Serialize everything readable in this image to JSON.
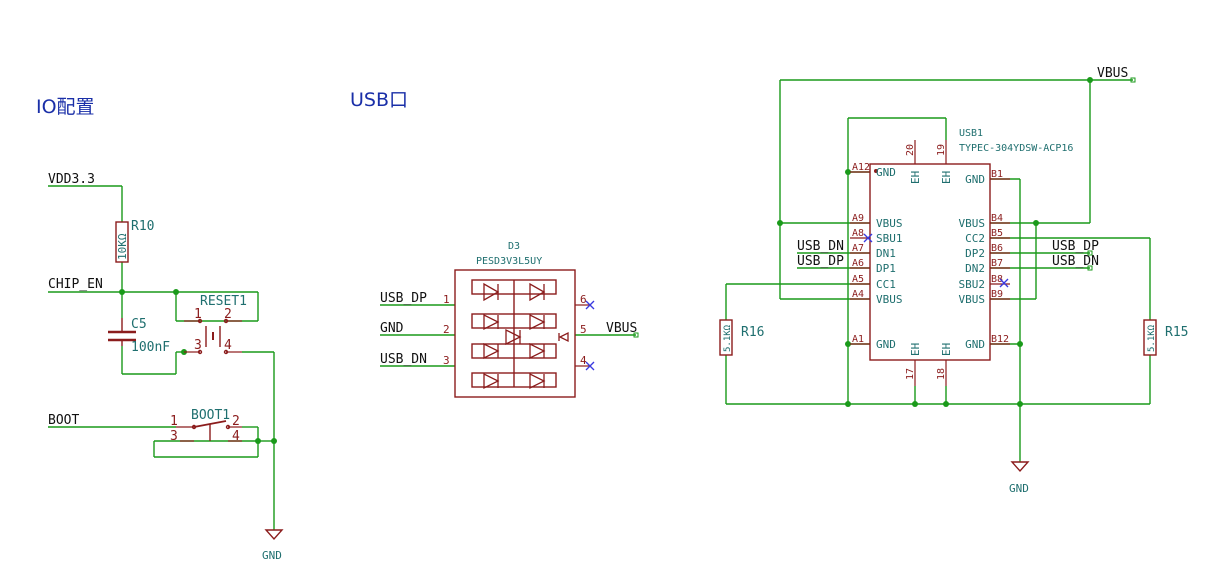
{
  "sections": {
    "io": "IO配置",
    "usb": "USB口"
  },
  "nets": {
    "vdd33": "VDD3.3",
    "chip_en": "CHIP_EN",
    "boot": "BOOT",
    "usb_dp": "USB_DP",
    "usb_dn": "USB_DN",
    "gnd": "GND",
    "vbus": "VBUS"
  },
  "components": {
    "r10": {
      "ref": "R10",
      "value": "10KΩ"
    },
    "c5": {
      "ref": "C5",
      "value": "100nF"
    },
    "reset": {
      "ref": "RESET1",
      "pins": [
        "1",
        "2",
        "3",
        "4"
      ]
    },
    "boot": {
      "ref": "BOOT1",
      "pins": [
        "1",
        "2",
        "3",
        "4"
      ]
    },
    "d3": {
      "ref": "D3",
      "value": "PESD3V3L5UY",
      "pins": [
        "1",
        "2",
        "3",
        "4",
        "5",
        "6"
      ]
    },
    "usb1": {
      "ref": "USB1",
      "value": "TYPEC-304YDSW-ACP16",
      "left_pins": [
        {
          "num": "A12",
          "name": "GND"
        },
        {
          "num": "A9",
          "name": "VBUS"
        },
        {
          "num": "A8",
          "name": "SBU1"
        },
        {
          "num": "A7",
          "name": "DN1"
        },
        {
          "num": "A6",
          "name": "DP1"
        },
        {
          "num": "A5",
          "name": "CC1"
        },
        {
          "num": "A4",
          "name": "VBUS"
        },
        {
          "num": "A1",
          "name": "GND"
        }
      ],
      "right_pins": [
        {
          "num": "B1",
          "name": "GND"
        },
        {
          "num": "B4",
          "name": "VBUS"
        },
        {
          "num": "B5",
          "name": "CC2"
        },
        {
          "num": "B6",
          "name": "DP2"
        },
        {
          "num": "B7",
          "name": "DN2"
        },
        {
          "num": "B8",
          "name": "SBU2"
        },
        {
          "num": "B9",
          "name": "VBUS"
        },
        {
          "num": "B12",
          "name": "GND"
        }
      ],
      "top_pins": [
        {
          "num": "20",
          "name": "EH"
        },
        {
          "num": "19",
          "name": "EH"
        }
      ],
      "bottom_pins": [
        {
          "num": "17",
          "name": "EH"
        },
        {
          "num": "18",
          "name": "EH"
        }
      ]
    },
    "r16": {
      "ref": "R16",
      "value": "5.1KΩ"
    },
    "r15": {
      "ref": "R15",
      "value": "5.1KΩ"
    }
  }
}
